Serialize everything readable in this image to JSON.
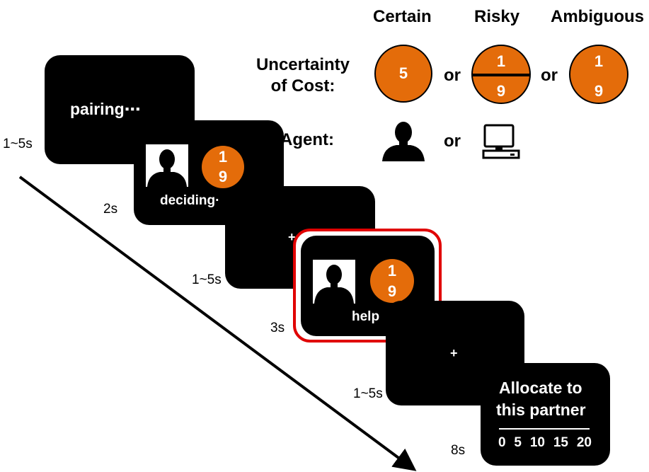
{
  "headers": {
    "certain": "Certain",
    "risky": "Risky",
    "ambiguous": "Ambiguous"
  },
  "labels": {
    "uncertainty_line1": "Uncertainty",
    "uncertainty_line2": "of Cost:",
    "agent": "Agent:",
    "or": "or"
  },
  "cost_options": {
    "certain": {
      "value": "5"
    },
    "risky": {
      "top": "1",
      "bottom": "9"
    },
    "ambiguous": {
      "top": "1",
      "bottom": "9"
    }
  },
  "screens": {
    "pairing": {
      "text": "pairing⋯",
      "duration": "1~5s"
    },
    "deciding": {
      "text": "deciding·",
      "top": "1",
      "bottom": "9",
      "duration": "2s"
    },
    "fixation1": {
      "text": "+",
      "duration": "1~5s"
    },
    "help": {
      "text": "help",
      "top": "1",
      "bottom": "9",
      "duration": "3s"
    },
    "fixation2": {
      "text": "+",
      "duration": "1~5s"
    },
    "allocate": {
      "line1": "Allocate to",
      "line2": "this partner",
      "scale": [
        "0",
        "5",
        "10",
        "15",
        "20"
      ],
      "duration": "8s"
    }
  },
  "colors": {
    "cost_circle": "#e46c0a",
    "highlight_border": "#e00000",
    "screen": "#000000"
  },
  "icons": {
    "agent_human": "person-icon",
    "agent_computer": "computer-icon"
  }
}
